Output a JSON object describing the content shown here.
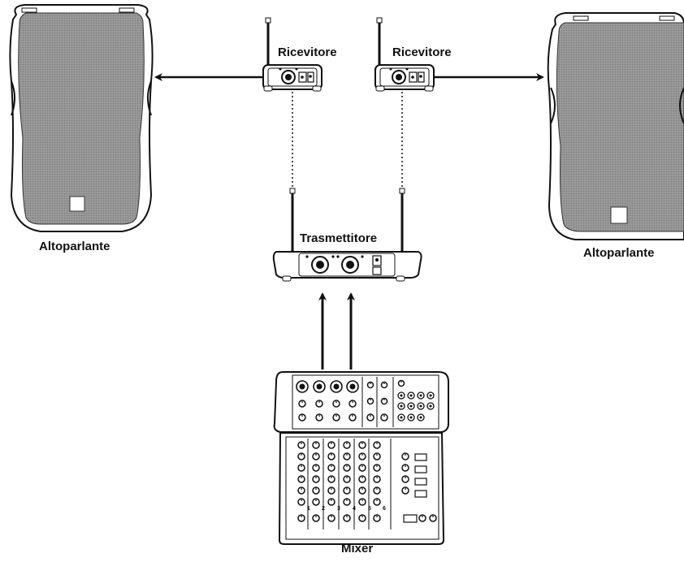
{
  "labels": {
    "receiver_left": "Ricevitore",
    "receiver_right": "Ricevitore",
    "transmitter": "Trasmettitore",
    "speaker_left": "Altoparlante",
    "speaker_right": "Altoparlante",
    "mixer": "Mixer"
  },
  "mixer_channels": [
    "1",
    "2",
    "3",
    "4",
    "5",
    "6"
  ],
  "colors": {
    "line": "#111111",
    "grille": "#8c8c8c",
    "speaker_body": "#ffffff"
  }
}
